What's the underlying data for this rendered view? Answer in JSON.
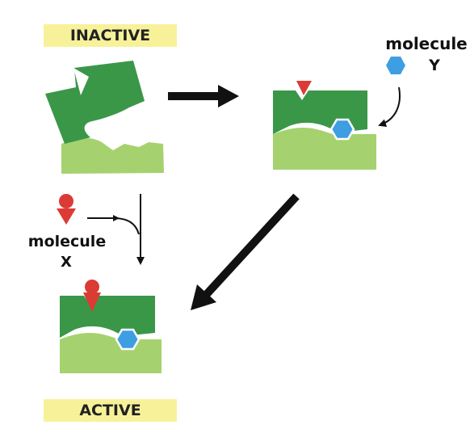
{
  "labels": {
    "inactive": "INACTIVE",
    "active": "ACTIVE"
  },
  "molecule_y": {
    "line1": "molecule",
    "line2": "Y"
  },
  "molecule_x": {
    "line1": "molecule",
    "line2": "X"
  },
  "colors": {
    "dark_green": "#3a9748",
    "light_green": "#a5d26e",
    "red": "#dc3a34",
    "blue": "#3d9ee2",
    "label_bg": "#f7f29a"
  }
}
